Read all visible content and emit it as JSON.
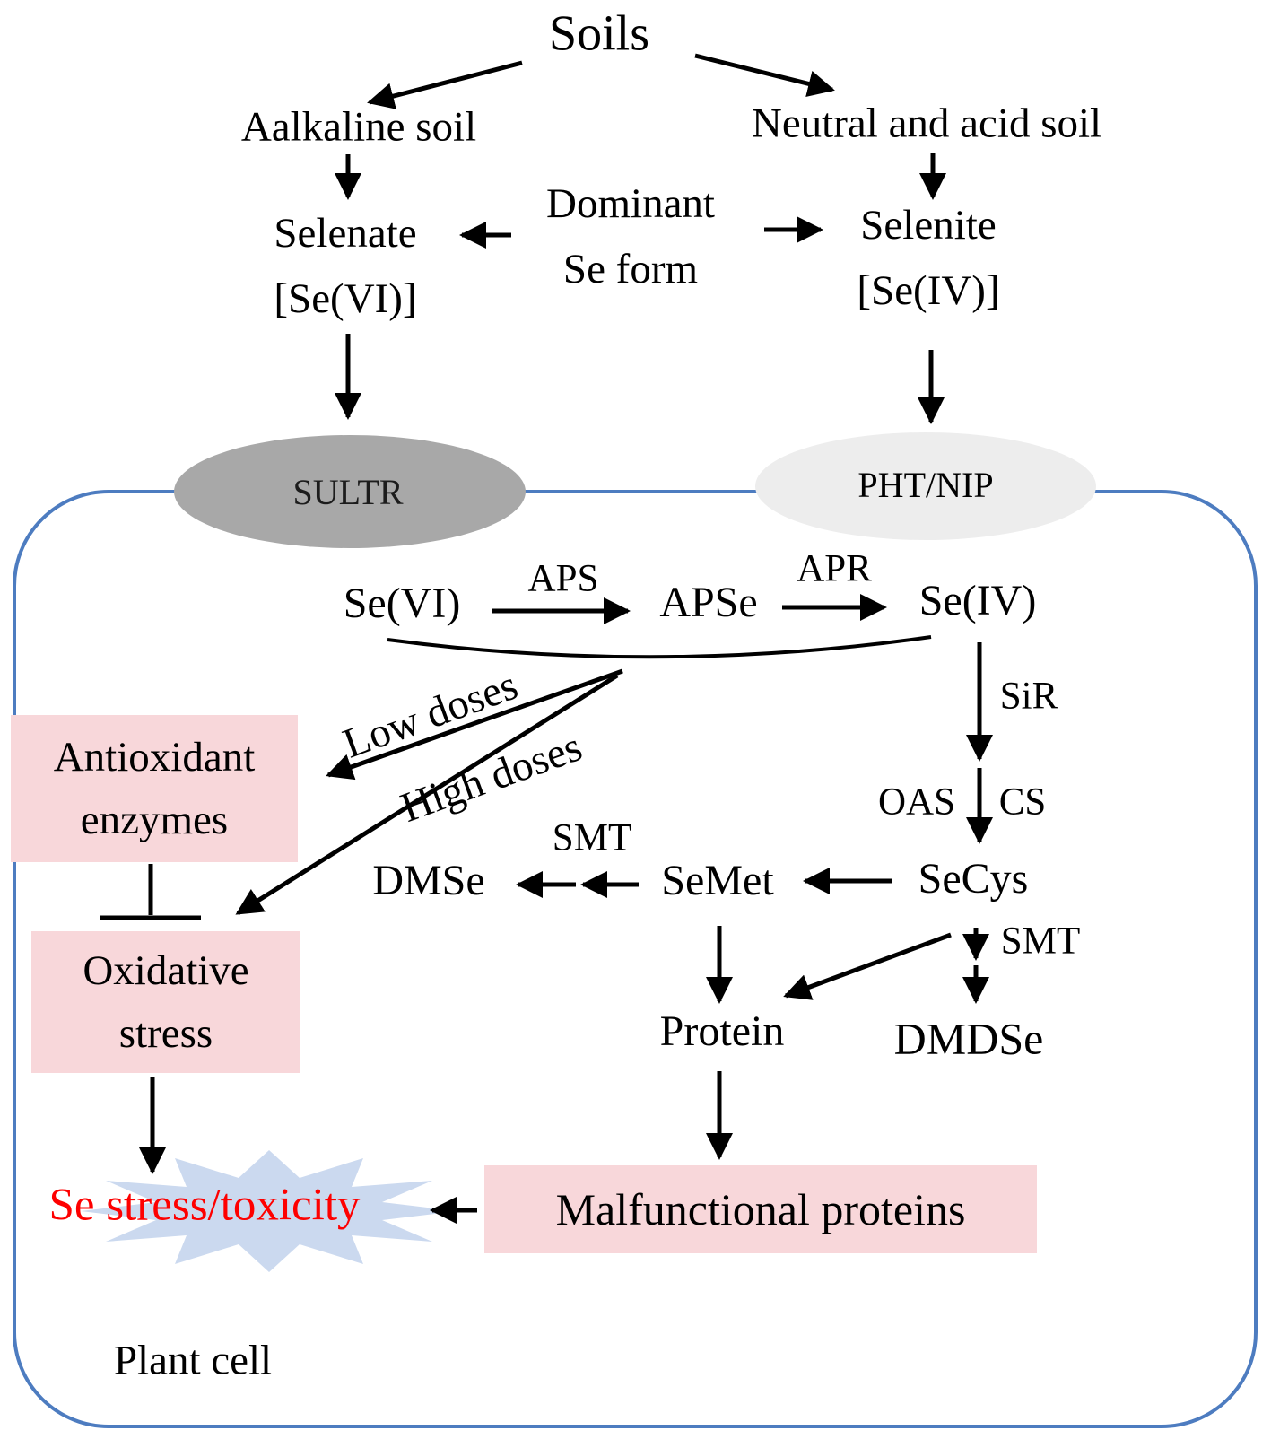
{
  "diagram": {
    "nodes": {
      "soils": "Soils",
      "alkaline_soil": "Aalkaline soil",
      "neutral_acid_soil": "Neutral and acid soil",
      "selenate_line1": "Selenate",
      "selenate_line2": "[Se(VI)]",
      "dominant_line1": "Dominant",
      "dominant_line2": "Se form",
      "selenite_line1": "Selenite",
      "selenite_line2": "[Se(IV)]",
      "sultr": "SULTR",
      "pht_nip": "PHT/NIP",
      "se_vi": "Se(VI)",
      "aps": "APS",
      "apse": "APSe",
      "apr": "APR",
      "se_iv": "Se(IV)",
      "sir": "SiR",
      "oas": "OAS",
      "cs": "CS",
      "secys": "SeCys",
      "semet": "SeMet",
      "smt_left": "SMT",
      "smt_right": "SMT",
      "dmse": "DMSe",
      "dmdse": "DMDSe",
      "protein": "Protein",
      "low_doses": "Low doses",
      "high_doses": "High doses",
      "antioxidant_line1": "Antioxidant",
      "antioxidant_line2": "enzymes",
      "oxidative_line1": "Oxidative",
      "oxidative_line2": "stress",
      "se_stress": "Se stress/toxicity",
      "malfunctional_proteins": "Malfunctional proteins",
      "plant_cell": "Plant cell"
    },
    "colors": {
      "pink_box": "#f8d7da",
      "sultr_fill": "#a8a8a8",
      "pht_nip_fill": "#ededed",
      "cell_border": "#4d7cc0",
      "starburst_fill": "#cbd9ef",
      "stress_text": "#fe0000",
      "arrow": "#000000"
    }
  }
}
